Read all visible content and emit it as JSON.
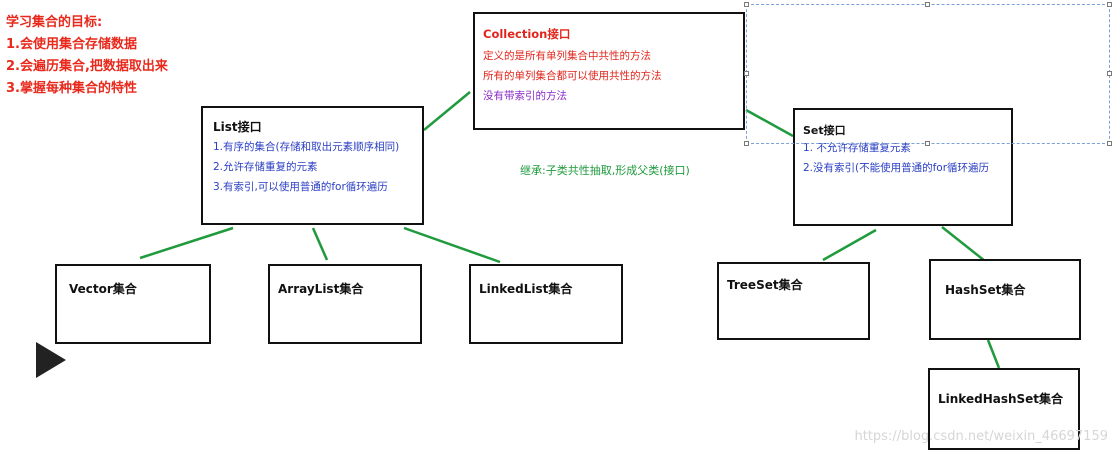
{
  "goals": {
    "heading": "学习集合的目标:",
    "items": [
      "1.会使用集合存储数据",
      "2.会遍历集合,把数据取出来",
      "3.掌握每种集合的特性"
    ]
  },
  "collection": {
    "title": "Collection接口",
    "lines": [
      "定义的是所有单列集合中共性的方法",
      "所有的单列集合都可以使用共性的方法",
      "没有带索引的方法"
    ]
  },
  "list": {
    "title": "List接口",
    "lines": [
      "1.有序的集合(存储和取出元素顺序相同)",
      "2.允许存储重复的元素",
      "3.有索引,可以使用普通的for循环遍历"
    ]
  },
  "set": {
    "title": "Set接口",
    "lines": [
      "1. 不允许存储重复元素",
      "2.没有索引(不能使用普通的for循环遍历"
    ]
  },
  "annotation": "继承:子类共性抽取,形成父类(接口)",
  "classes": {
    "vector": "Vector集合",
    "arraylist": "ArrayList集合",
    "linkedlist": "LinkedList集合",
    "treeset": "TreeSet集合",
    "hashset": "HashSet集合",
    "linkedhashset": "LinkedHashSet集合"
  },
  "watermark": "https://blog.csdn.net/weixin_46697159",
  "colors": {
    "connector": "#1f9a3c",
    "red": "#e0261c",
    "blue": "#2b3fc4",
    "purple": "#8a2bc4"
  },
  "icons": [
    "play-icon"
  ]
}
